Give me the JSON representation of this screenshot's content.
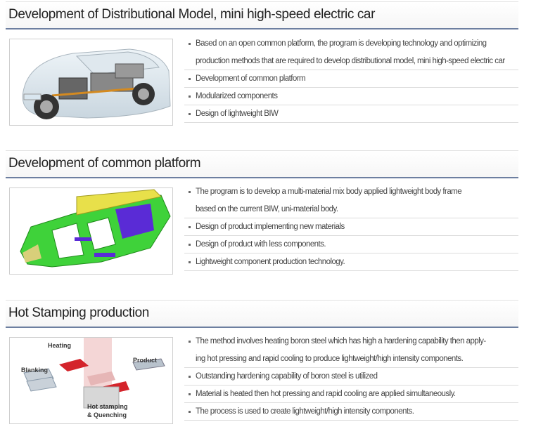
{
  "sections": [
    {
      "title": "Development of Distributional Model, mini high-speed electric car",
      "image_alt": "electric car chassis cutaway",
      "bullets": [
        "Based on an open common platform, the program is developing technology and optimizing",
        "production methods that are required to develop distributional model, mini high-speed electric car",
        "Development of common platform",
        "Modularized components",
        "Design of  lightweight BIW"
      ]
    },
    {
      "title": "Development of common platform",
      "image_alt": "multi-material body frame",
      "bullets": [
        "The program is to develop a multi-material mix body applied lightweight body frame",
        "based on the current BIW, uni-material body.",
        "Design of product implementing new materials",
        "Design of product with less components.",
        "Lightweight component production technology."
      ]
    },
    {
      "title": "Hot Stamping production",
      "image_alt": "hot stamping process diagram",
      "diagram_labels": {
        "heating": "Heating",
        "product": "Product",
        "blanking": "Blanking",
        "stamping_line1": "Hot stamping",
        "stamping_line2": "& Quenching"
      },
      "bullets": [
        "The method involves heating boron steel which has high a hardening capability then apply-",
        "ing hot pressing and rapid cooling to produce lightweight/high intensity components.",
        "Outstanding hardening capability of boron steel is utilized",
        "Material is heated then hot pressing and rapid cooling are applied simultaneously.",
        "The process is used to create lightweight/high intensity components."
      ]
    }
  ],
  "colors": {
    "header_rule": "#6d7fa0",
    "platform_green": "#3fd23a",
    "platform_yellow": "#e8e04a",
    "platform_purple": "#5a2bd6",
    "stamp_red": "#d4242b"
  }
}
